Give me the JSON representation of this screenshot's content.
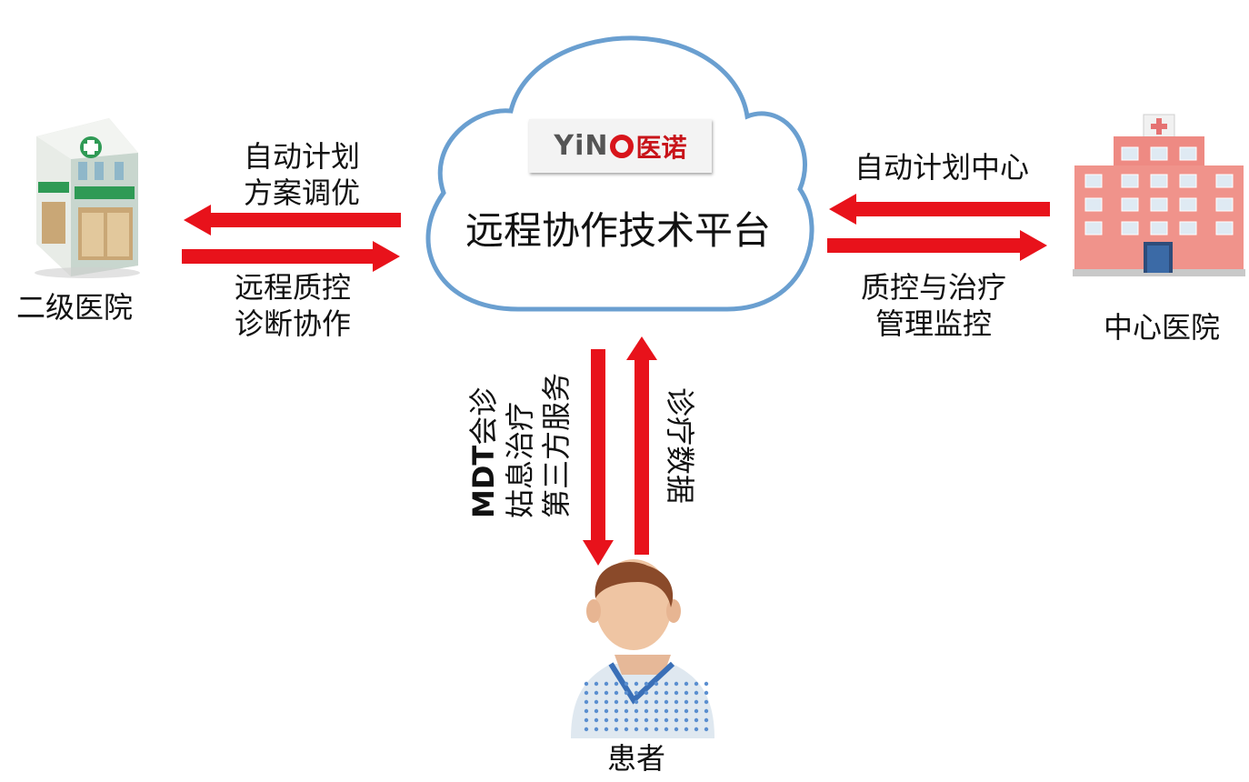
{
  "platform": {
    "title": "远程协作技术平台",
    "logo_en": "YiN",
    "logo_zh": "医诺"
  },
  "nodes": {
    "secondary_hospital": "二级医院",
    "central_hospital": "中心医院",
    "patient": "患者"
  },
  "left_links": {
    "outgoing_line1": "自动计划",
    "outgoing_line2": "方案调优",
    "incoming_line1": "远程质控",
    "incoming_line2": "诊断协作"
  },
  "right_links": {
    "outgoing_line1": "自动计划中心",
    "incoming_line1": "质控与治疗",
    "incoming_line2": "管理监控"
  },
  "bottom_links": {
    "down_bold": "MDT",
    "down_line1_rest": "会诊",
    "down_line2": "姑息治疗",
    "down_line3": "第三方服务",
    "up_line1": "诊疗数据"
  },
  "colors": {
    "arrow": "#e8121b",
    "cloud_stroke": "#6a9fd0",
    "logo_red": "#d8151b"
  }
}
